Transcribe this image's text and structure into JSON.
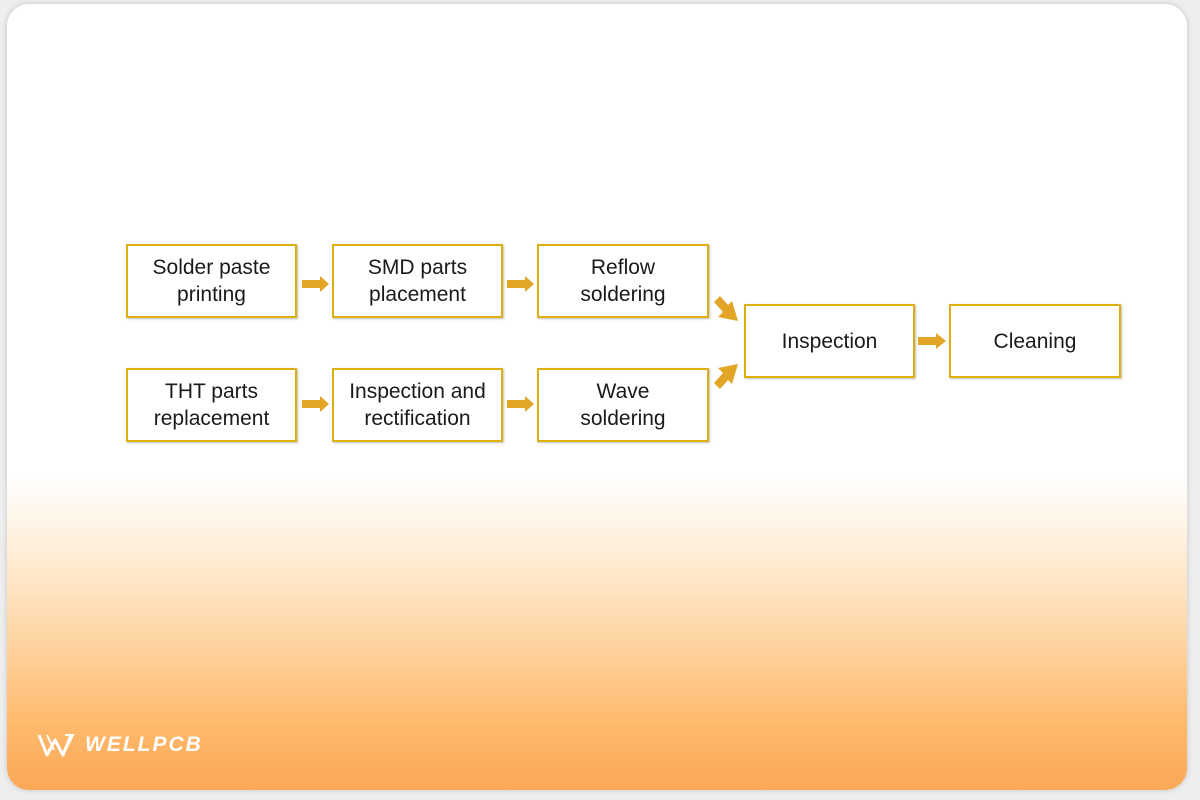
{
  "flowchart": {
    "steps": {
      "solder_paste_printing": "Solder paste\nprinting",
      "smd_parts_placement": "SMD parts\nplacement",
      "reflow_soldering": "Reflow\nsoldering",
      "tht_parts_replacement": "THT parts\nreplacement",
      "inspection_and_rectification": "Inspection and\nrectification",
      "wave_soldering": "Wave\nsoldering",
      "inspection": "Inspection",
      "cleaning": "Cleaning"
    },
    "connections": [
      [
        "solder_paste_printing",
        "smd_parts_placement"
      ],
      [
        "smd_parts_placement",
        "reflow_soldering"
      ],
      [
        "reflow_soldering",
        "inspection"
      ],
      [
        "tht_parts_replacement",
        "inspection_and_rectification"
      ],
      [
        "inspection_and_rectification",
        "wave_soldering"
      ],
      [
        "wave_soldering",
        "inspection"
      ],
      [
        "inspection",
        "cleaning"
      ]
    ]
  },
  "colors": {
    "box_border": "#dcb10f",
    "arrow": "#e2a526",
    "gradient_bottom": "#f9a857"
  },
  "branding": {
    "logo_text": "WELLPCB",
    "logo_icon": "wellpcb-logo-icon"
  }
}
